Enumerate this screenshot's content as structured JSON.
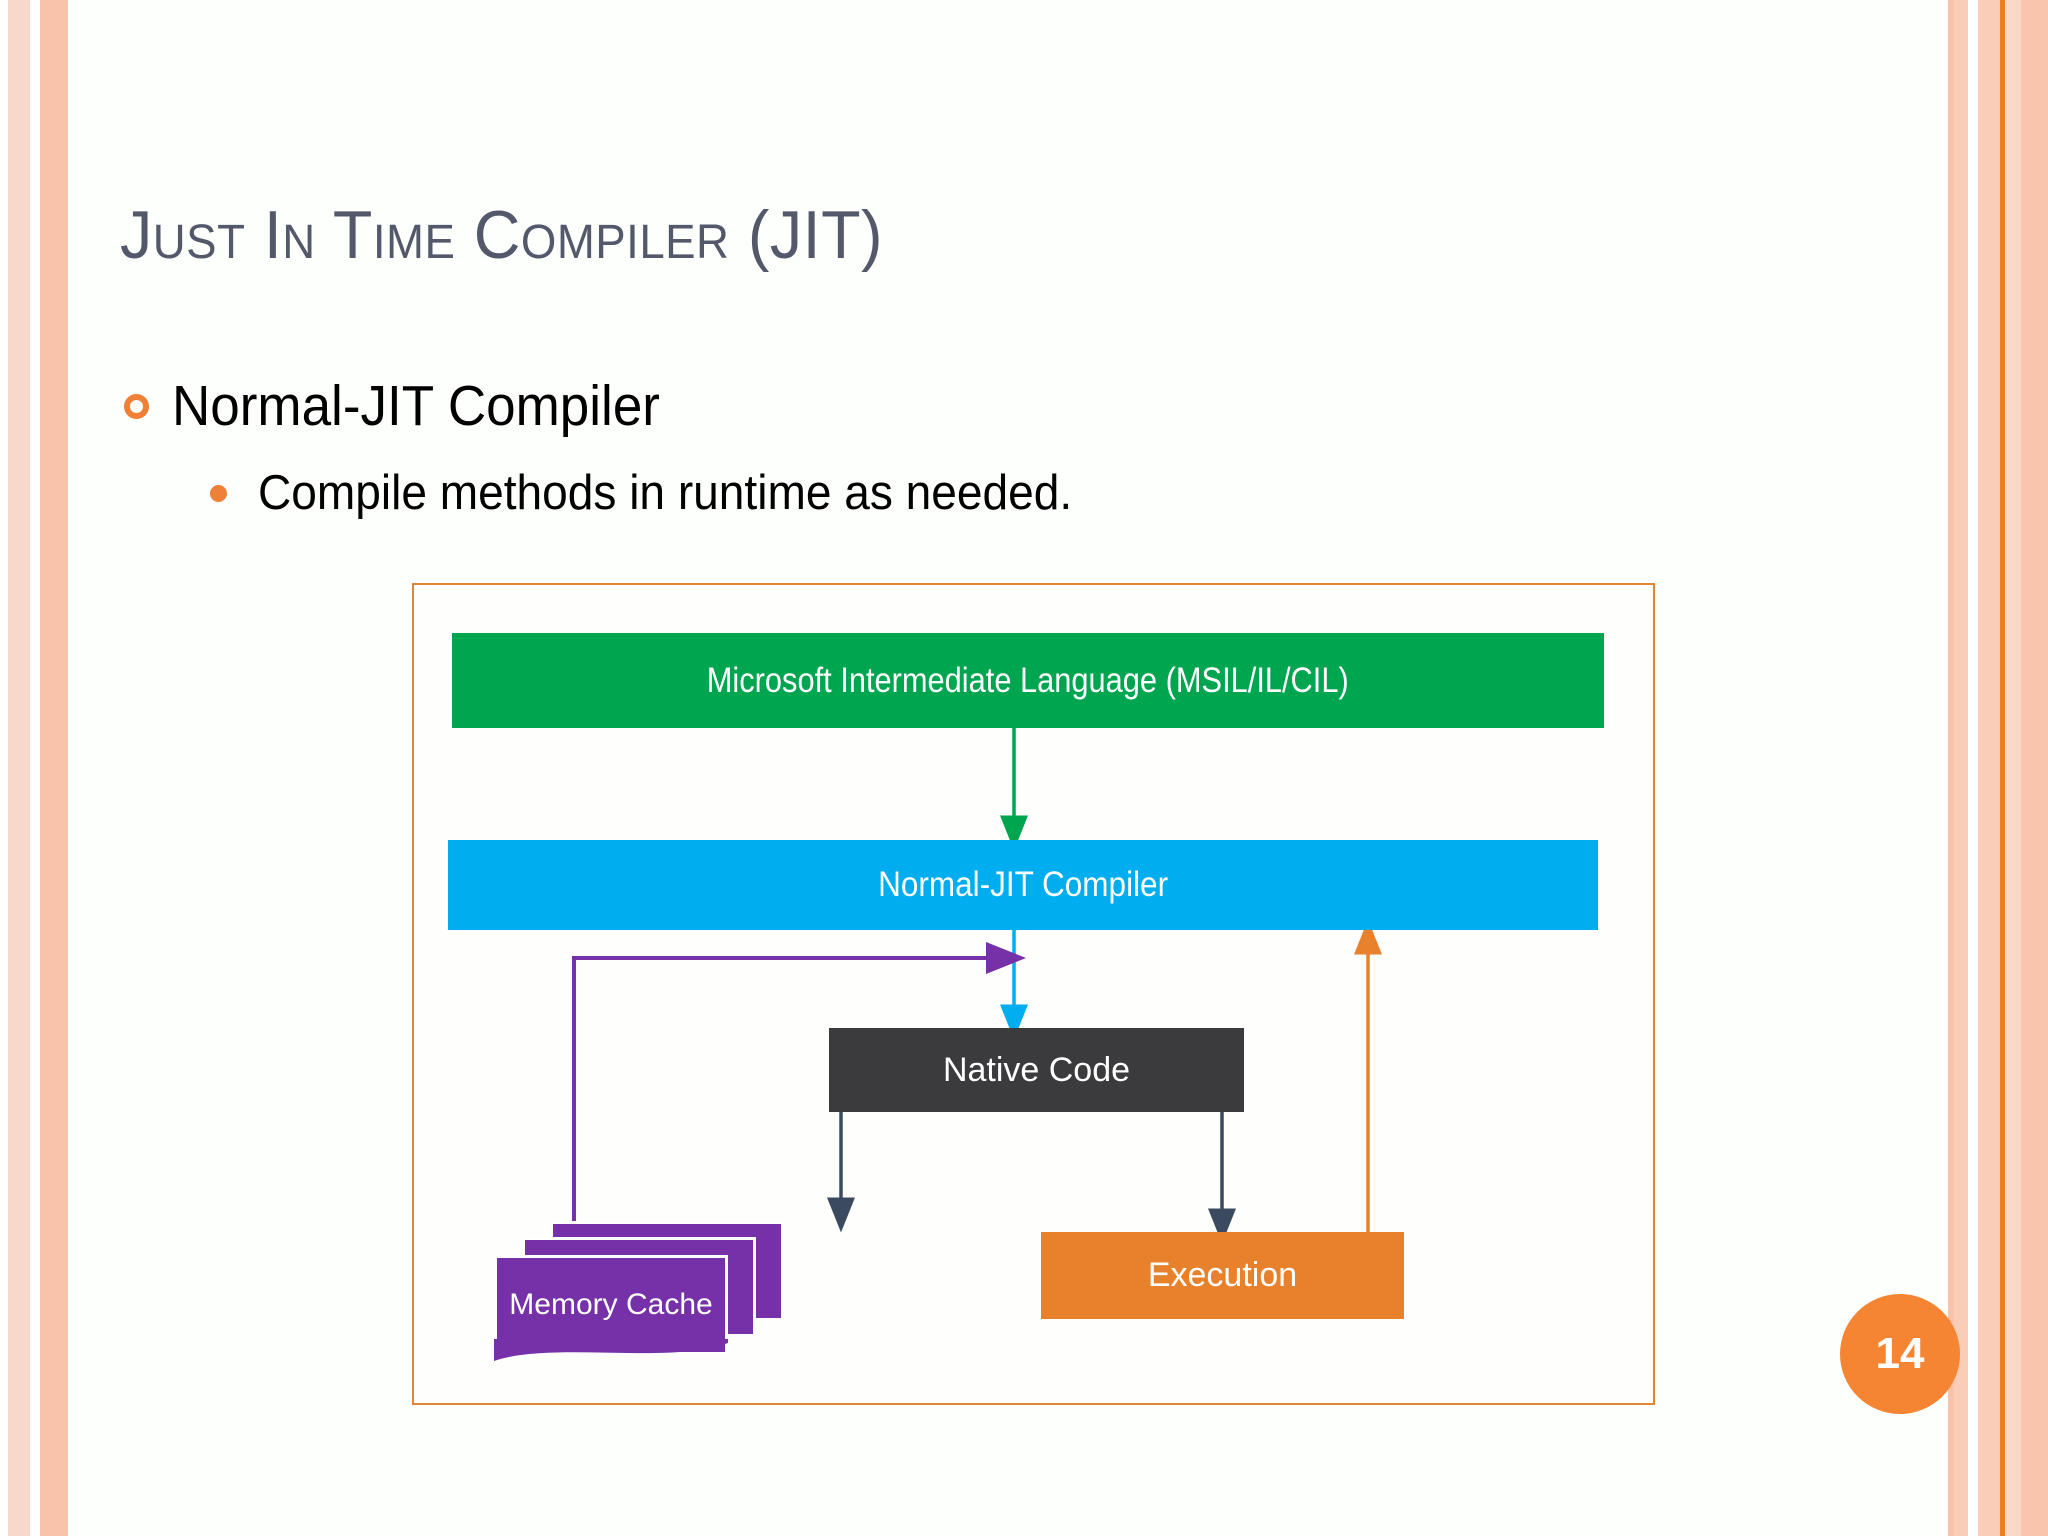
{
  "slide": {
    "title": "Just In Time Compiler (JIT)",
    "page_number": "14",
    "background_color": "#fdfffc"
  },
  "bullets": [
    {
      "level": 1,
      "marker": "hollow-circle-bullet",
      "marker_color": "#ee8037",
      "text": "Normal-JIT Compiler"
    },
    {
      "level": 2,
      "marker": "filled-dot-bullet",
      "marker_color": "#ee8037",
      "text": "Compile methods in runtime as needed."
    }
  ],
  "diagram": {
    "frame_color": "#e08535",
    "nodes": [
      {
        "id": "msil",
        "label": "Microsoft Intermediate Language (MSIL/IL/CIL)",
        "color": "#00a54f"
      },
      {
        "id": "jit",
        "label": "Normal-JIT Compiler",
        "color": "#00adee"
      },
      {
        "id": "native",
        "label": "Native Code",
        "color": "#3b3b3d"
      },
      {
        "id": "cache",
        "label": "Memory Cache",
        "color": "#7630a8"
      },
      {
        "id": "execution",
        "label": "Execution",
        "color": "#e8812b"
      }
    ],
    "edges": [
      {
        "from": "msil",
        "to": "jit",
        "color": "#00a54f"
      },
      {
        "from": "jit",
        "to": "native",
        "color": "#00adee"
      },
      {
        "from": "native",
        "to": "cache",
        "color": "#3b4a5e"
      },
      {
        "from": "native",
        "to": "execution",
        "color": "#3b4a5e"
      },
      {
        "from": "cache",
        "to": "jit",
        "color": "#7630a8"
      },
      {
        "from": "execution",
        "to": "jit",
        "color": "#e8812b"
      }
    ]
  }
}
